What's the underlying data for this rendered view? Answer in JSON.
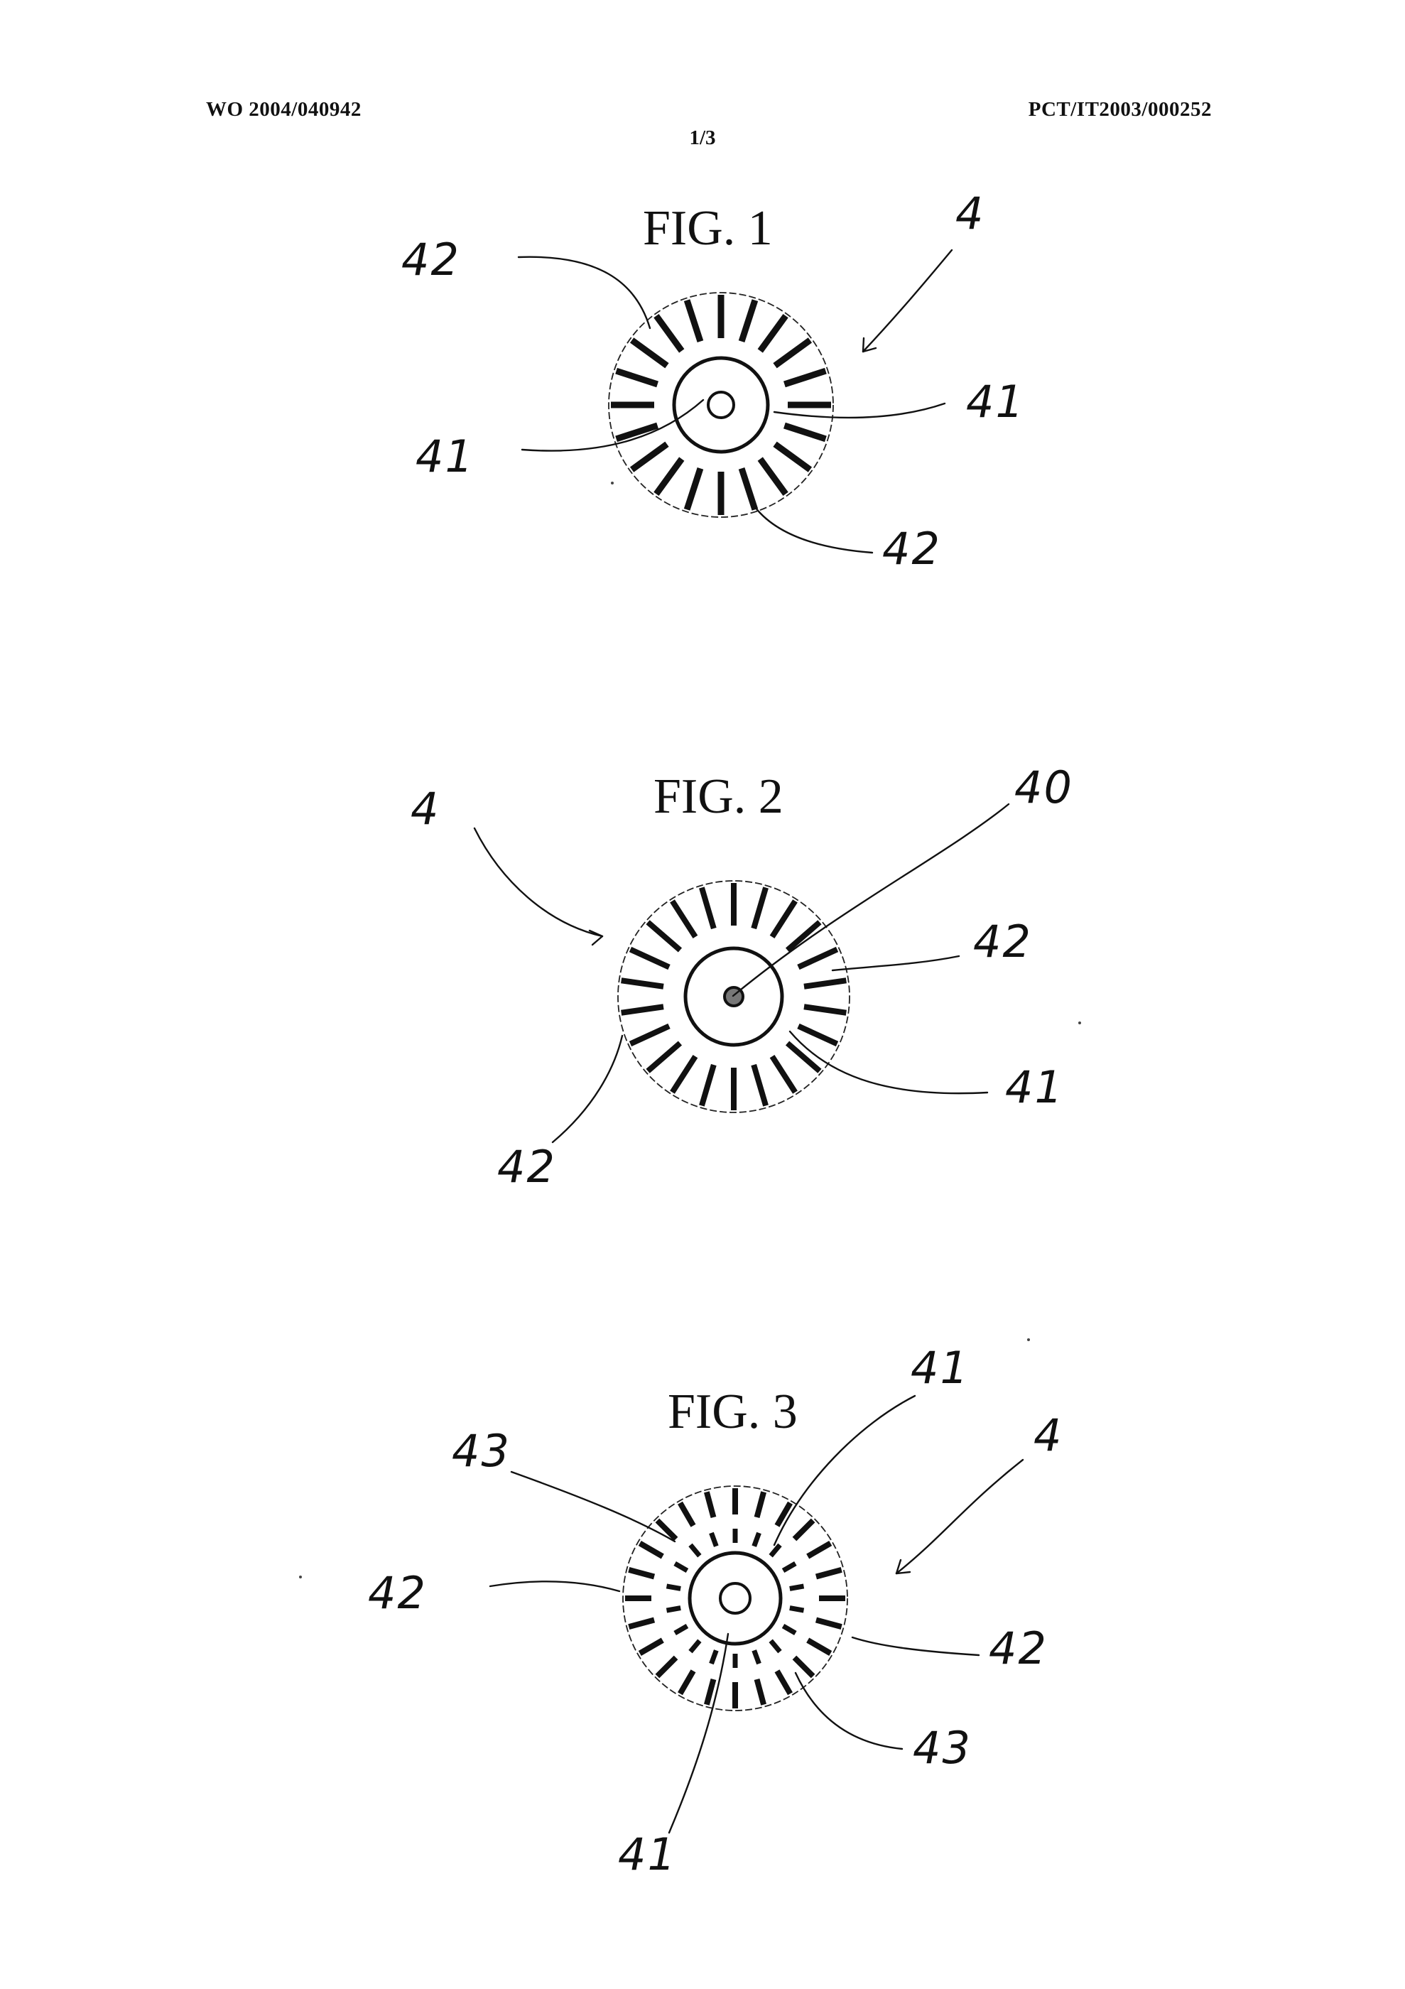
{
  "header": {
    "publication_number": "WO 2004/040942",
    "application_number": "PCT/IT2003/000252",
    "sheet": "1/3"
  },
  "figures": [
    {
      "title": "FIG. 1",
      "labels": [
        "42",
        "4",
        "41",
        "41",
        "42"
      ]
    },
    {
      "title": "FIG. 2",
      "labels": [
        "4",
        "40",
        "42",
        "41",
        "42"
      ]
    },
    {
      "title": "FIG. 3",
      "labels": [
        "41",
        "43",
        "4",
        "42",
        "42",
        "43",
        "41"
      ]
    }
  ]
}
